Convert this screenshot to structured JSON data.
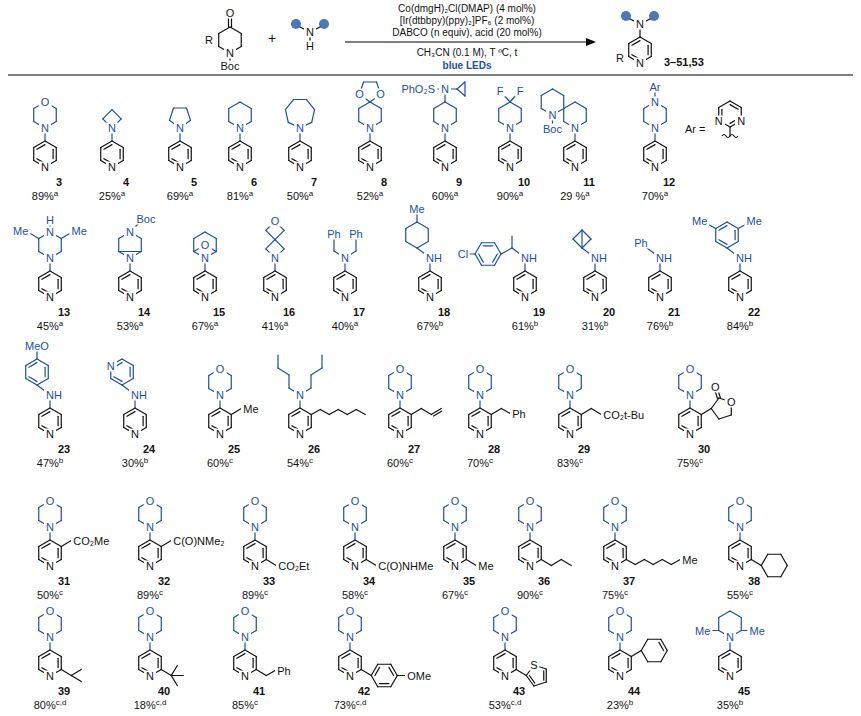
{
  "diagram": {
    "labels": [
      "O",
      "N",
      "Boc",
      "R",
      "+",
      "N",
      "H",
      "Co(dmgH)₂Cl(DMAP) (4 mol%)",
      "[Ir(dtbbpy)(ppy)₂]PF₆ (2 mol%)",
      "DABCO (n equiv), acid (20 mol%)",
      "CH₃CN (0.1 M), T ºC, t",
      "blue LEDs",
      "N",
      "R",
      "N",
      "3–51,53",
      "N",
      "N",
      "O",
      "3",
      "89%",
      "a",
      "N",
      "N",
      "4",
      "25%",
      "a",
      "N",
      "N",
      "5",
      "69%",
      "a",
      "N",
      "N",
      "6",
      "81%",
      "a",
      "N",
      "N",
      "7",
      "50%",
      "a",
      "N",
      "N",
      "O",
      "O",
      "8",
      "52%",
      "a",
      "N",
      "N",
      "N",
      "PhO₂S",
      "9",
      "60%",
      "a",
      "N",
      "N",
      "F",
      "F",
      "10",
      "90%",
      "a",
      "N",
      "N",
      "N",
      "Boc",
      "11",
      "29 %",
      "a",
      "N",
      "N",
      "N",
      "Ar",
      "Ar =",
      "N",
      "N",
      "12",
      "70%",
      "a",
      "N",
      "N",
      "N",
      "H",
      "Me",
      "Me",
      "13",
      "45%",
      "a",
      "N",
      "N",
      "N",
      "Boc",
      "14",
      "53%",
      "a",
      "N",
      "N",
      "O",
      "15",
      "67%",
      "a",
      "N",
      "N",
      "O",
      "16",
      "41%",
      "a",
      "N",
      "N",
      "Ph",
      "Ph",
      "17",
      "40%",
      "a",
      "N",
      "NH",
      "Me",
      "18",
      "67%",
      "b",
      "N",
      "NH",
      "Cl",
      "19",
      "61%",
      "b",
      "N",
      "NH",
      "20",
      "31%",
      "b",
      "N",
      "NH",
      "Ph",
      "21",
      "76%",
      "b",
      "N",
      "NH",
      "Me",
      "Me",
      "22",
      "84%",
      "b",
      "N",
      "NH",
      "MeO",
      "23",
      "47%",
      "b",
      "N",
      "NH",
      "N",
      "24",
      "30%",
      "b",
      "N",
      "N",
      "O",
      "Me",
      "25",
      "60%",
      "c",
      "N",
      "N",
      "26",
      "54%",
      "c",
      "N",
      "N",
      "O",
      "27",
      "60%",
      "c",
      "N",
      "N",
      "O",
      "Ph",
      "28",
      "70%",
      "c",
      "N",
      "N",
      "O",
      "CO₂t-Bu",
      "29",
      "83%",
      "c",
      "N",
      "N",
      "O",
      "O",
      "O",
      "30",
      "75%",
      "c",
      "N",
      "N",
      "O",
      "CO₂Me",
      "31",
      "50%",
      "c",
      "N",
      "N",
      "O",
      "C(O)NMe₂",
      "32",
      "89%",
      "c",
      "N",
      "N",
      "O",
      "CO₂Et",
      "33",
      "89%",
      "c",
      "N",
      "N",
      "O",
      "C(O)NHMe",
      "34",
      "58%",
      "c",
      "N",
      "N",
      "O",
      "Me",
      "35",
      "67%",
      "c",
      "N",
      "N",
      "O",
      "36",
      "90%",
      "c",
      "N",
      "N",
      "O",
      "Me",
      "37",
      "75%",
      "c",
      "N",
      "N",
      "O",
      "38",
      "55%",
      "c",
      "N",
      "N",
      "O",
      "39",
      "80%",
      "c,d",
      "N",
      "N",
      "O",
      "40",
      "18%",
      "c,d",
      "N",
      "N",
      "O",
      "Ph",
      "41",
      "85%",
      "c",
      "N",
      "N",
      "O",
      "OMe",
      "42",
      "73%",
      "c,d",
      "N",
      "N",
      "O",
      "S",
      "43",
      "53%",
      "c,d",
      "N",
      "N",
      "O",
      "44",
      "23%",
      "b",
      "N",
      "N",
      "Me",
      "Me",
      "45",
      "35%",
      "b"
    ]
  }
}
